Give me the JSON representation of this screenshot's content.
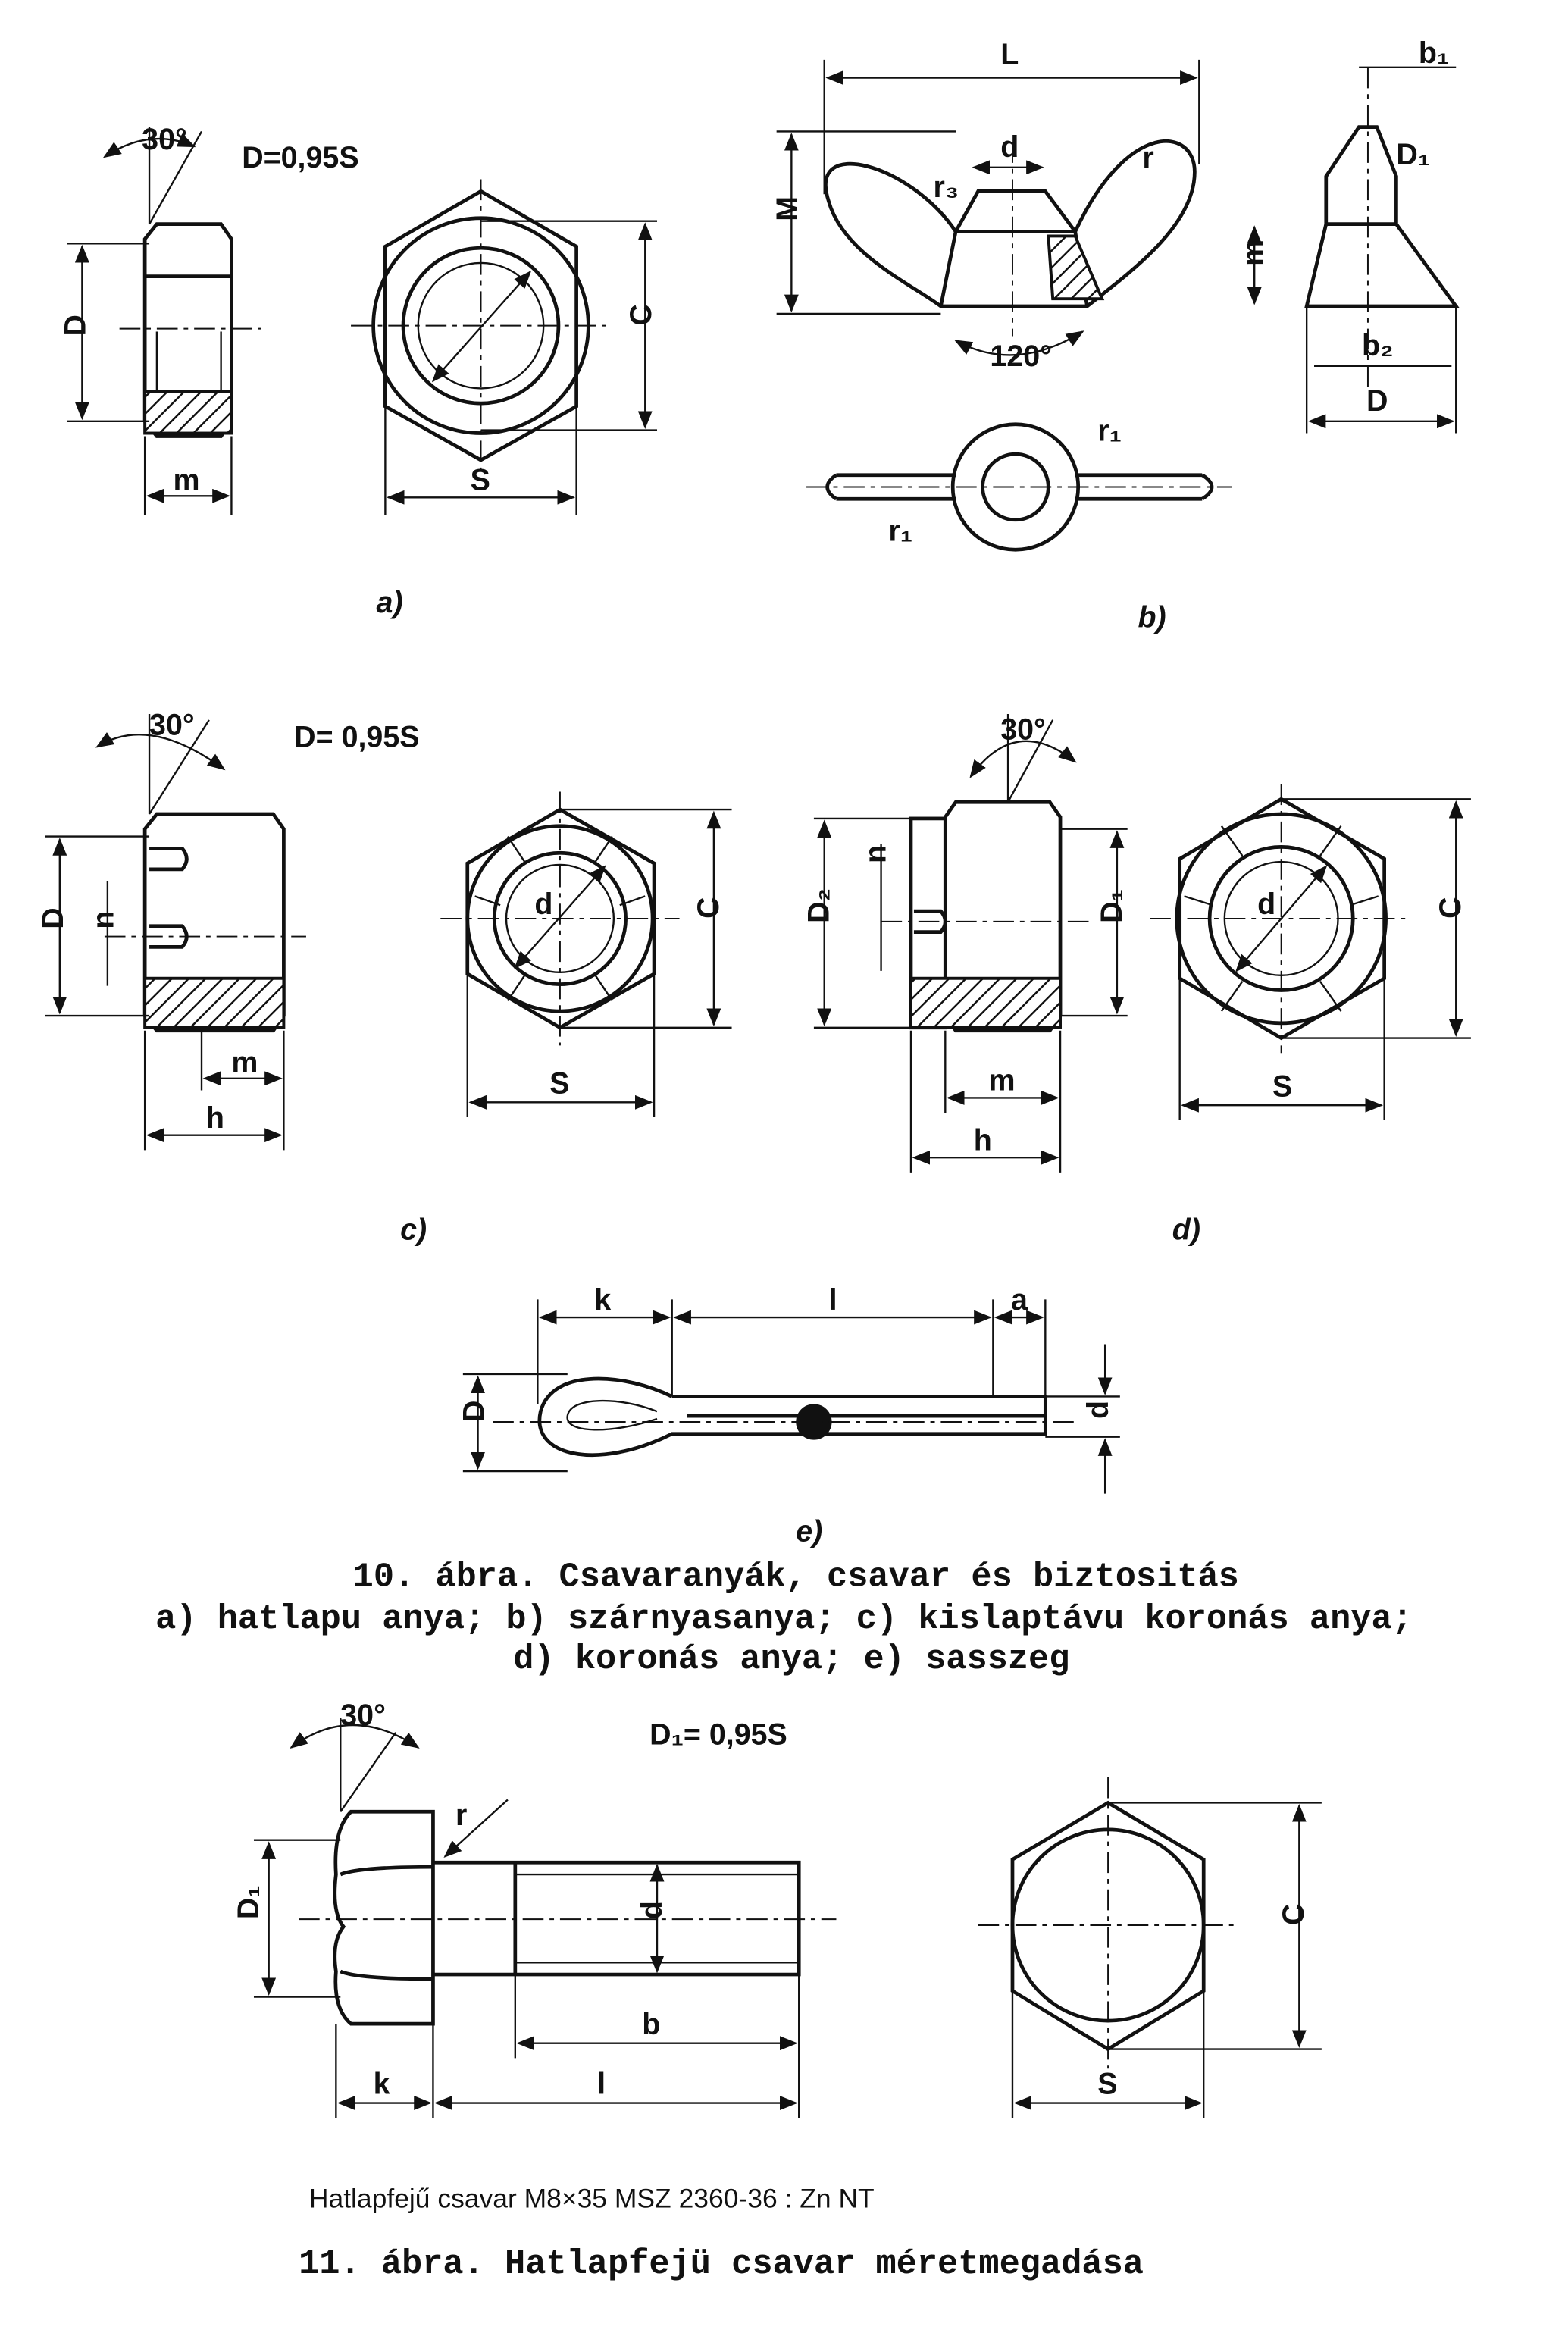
{
  "figure10": {
    "a": {
      "angle": "30°",
      "formula": "D=0,95S",
      "D": "D",
      "m": "m",
      "C": "C",
      "S": "S",
      "label": "a)"
    },
    "b": {
      "L": "L",
      "M": "M",
      "d": "d",
      "r": "r",
      "r1": "r₁",
      "r1b": "r₁",
      "r3": "r₃",
      "angle": "120°",
      "b1": "b₁",
      "b2": "b₂",
      "D1": "D₁",
      "m": "m",
      "D": "D",
      "label": "b)"
    },
    "c": {
      "angle": "30°",
      "formula": "D= 0,95S",
      "D": "D",
      "n": "n",
      "m": "m",
      "h": "h",
      "d": "d",
      "C": "C",
      "S": "S",
      "label": "c)"
    },
    "d": {
      "angle": "30°",
      "D2": "D₂",
      "n": "n",
      "D1": "D₁",
      "m": "m",
      "h": "h",
      "d": "d",
      "C": "C",
      "S": "S",
      "label": "d)"
    },
    "e": {
      "k": "k",
      "l": "l",
      "a": "a",
      "D": "D",
      "d": "d",
      "label": "e)"
    },
    "caption": [
      "10. ábra. Csavaranyák, csavar és biztositás",
      "a) hatlapu anya; b) szárnyasanya; c) kislaptávu koronás anya;",
      "d) koronás anya; e) sasszeg"
    ]
  },
  "figure11": {
    "angle": "30°",
    "formula": "D₁= 0,95S",
    "r": "r",
    "D1": "D₁",
    "d": "d",
    "b": "b",
    "k": "k",
    "l": "l",
    "C": "C",
    "S": "S",
    "designation": "Hatlapfejű csavar M8×35  MSZ 2360-36 : Zn NT",
    "caption": "11. ábra. Hatlapfejü csavar méretmegadása"
  }
}
